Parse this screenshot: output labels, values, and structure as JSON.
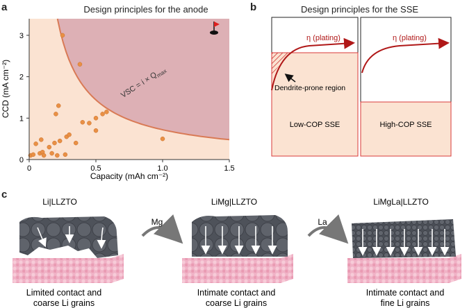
{
  "panel_a": {
    "letter": "a",
    "title": "Design principles for the anode",
    "xlabel": "Capacity (mAh cm⁻²)",
    "ylabel": "CCD (mA cm⁻²)",
    "curve_label": "VSC = i × Q",
    "curve_label_sub": "max",
    "flag_icon": "flag-icon"
  },
  "chart_data": {
    "type": "scatter",
    "title": "Design principles for the anode",
    "xlabel": "Capacity (mAh cm⁻²)",
    "ylabel": "CCD (mA cm⁻²)",
    "xlim": [
      0,
      1.5
    ],
    "ylim": [
      0,
      3.4
    ],
    "xticks": [
      "0",
      "0.5",
      "1.0",
      "1.5"
    ],
    "yticks": [
      "0",
      "1",
      "2",
      "3"
    ],
    "grid": false,
    "curve": {
      "label": "VSC = i × Qmax",
      "vsc": 0.72
    },
    "points": [
      {
        "x": 0.01,
        "y": 0.1
      },
      {
        "x": 0.03,
        "y": 0.12
      },
      {
        "x": 0.05,
        "y": 0.38
      },
      {
        "x": 0.08,
        "y": 0.15
      },
      {
        "x": 0.09,
        "y": 0.48
      },
      {
        "x": 0.1,
        "y": 0.18
      },
      {
        "x": 0.11,
        "y": 0.1
      },
      {
        "x": 0.15,
        "y": 0.3
      },
      {
        "x": 0.17,
        "y": 0.15
      },
      {
        "x": 0.19,
        "y": 0.4
      },
      {
        "x": 0.2,
        "y": 1.1
      },
      {
        "x": 0.21,
        "y": 0.1
      },
      {
        "x": 0.22,
        "y": 1.3
      },
      {
        "x": 0.23,
        "y": 0.45
      },
      {
        "x": 0.25,
        "y": 3.0
      },
      {
        "x": 0.27,
        "y": 0.12
      },
      {
        "x": 0.28,
        "y": 0.55
      },
      {
        "x": 0.3,
        "y": 0.6
      },
      {
        "x": 0.35,
        "y": 0.4
      },
      {
        "x": 0.38,
        "y": 2.3
      },
      {
        "x": 0.4,
        "y": 0.9
      },
      {
        "x": 0.45,
        "y": 0.88
      },
      {
        "x": 0.5,
        "y": 1.0
      },
      {
        "x": 0.5,
        "y": 0.7
      },
      {
        "x": 0.55,
        "y": 1.1
      },
      {
        "x": 0.58,
        "y": 1.15
      },
      {
        "x": 1.0,
        "y": 0.5
      }
    ]
  },
  "panel_b": {
    "letter": "b",
    "title": "Design principles for the SSE",
    "eta_left": "η (plating)",
    "eta_right": "η (plating)",
    "dendrite_label": "Dendrite-prone region",
    "low_cop": "Low-COP SSE",
    "high_cop": "High-COP SSE"
  },
  "panel_c": {
    "letter": "c",
    "stages": [
      {
        "title": "Li|LLZTO",
        "caption_1": "Limited contact and",
        "caption_2": "coarse Li grains"
      },
      {
        "title": "LiMg|LLZTO",
        "caption_1": "Intimate contact and",
        "caption_2": "coarse Li grains"
      },
      {
        "title": "LiMgLa|LLZTO",
        "caption_1": "Intimate contact and",
        "caption_2": "fine Li grains"
      }
    ],
    "arrow_1_label": "Mg",
    "arrow_2_label": "La"
  },
  "colors": {
    "peach": "#fbe3d2",
    "rose": "#ddb0b5",
    "curve": "#d97a55",
    "point": "#e99045",
    "dark_red": "#b01818",
    "box_red": "#d83a3a",
    "pink": "#f2b8cb",
    "grey": "#565a62"
  }
}
